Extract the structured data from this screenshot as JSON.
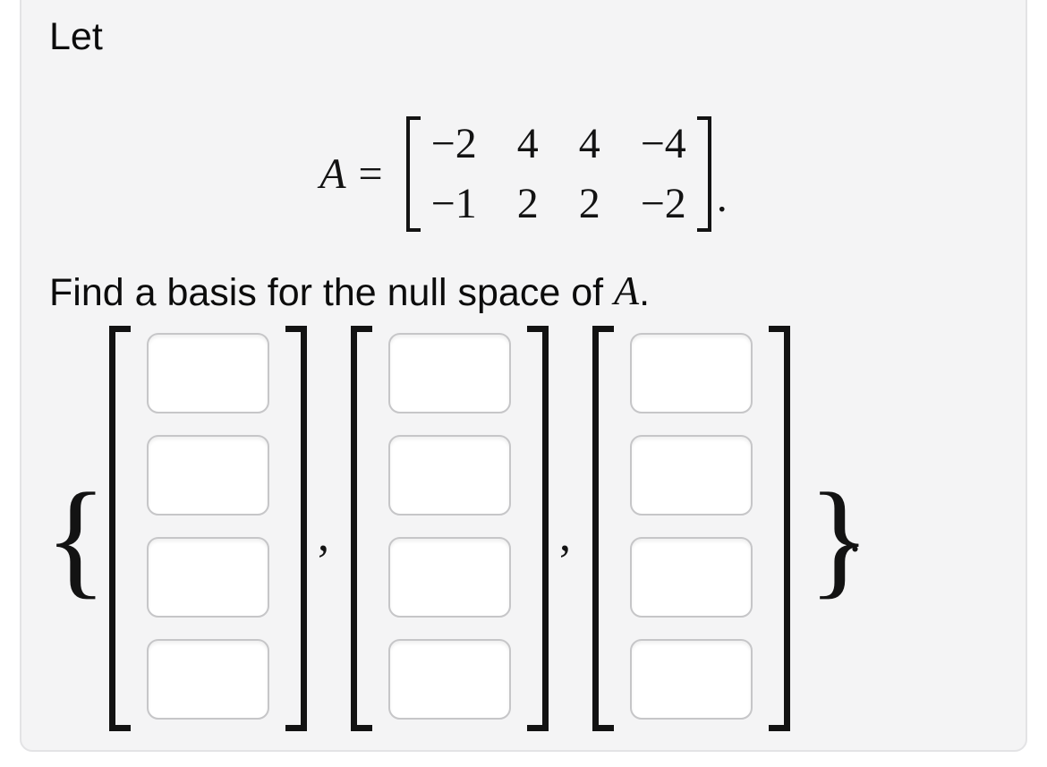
{
  "problem": {
    "intro": "Let",
    "prompt_prefix": "Find a basis for the null space of ",
    "prompt_variable": "A",
    "prompt_suffix": "."
  },
  "equation": {
    "lhs": "A",
    "equals": "=",
    "matrix": {
      "rows": [
        [
          "−2",
          "4",
          "4",
          "−4"
        ],
        [
          "−1",
          "2",
          "2",
          "−2"
        ]
      ]
    },
    "period": "."
  },
  "answer": {
    "open_brace": "{",
    "close_brace": "}",
    "separator": ",",
    "final_period": ".",
    "vectors": [
      {
        "entries": [
          "",
          "",
          "",
          ""
        ]
      },
      {
        "entries": [
          "",
          "",
          "",
          ""
        ]
      },
      {
        "entries": [
          "",
          "",
          "",
          ""
        ]
      }
    ]
  },
  "theme": {
    "card_background": "#f4f4f5",
    "card_border": "#e3e3e5",
    "input_border": "#c6c6c8",
    "ink": "#131313"
  }
}
